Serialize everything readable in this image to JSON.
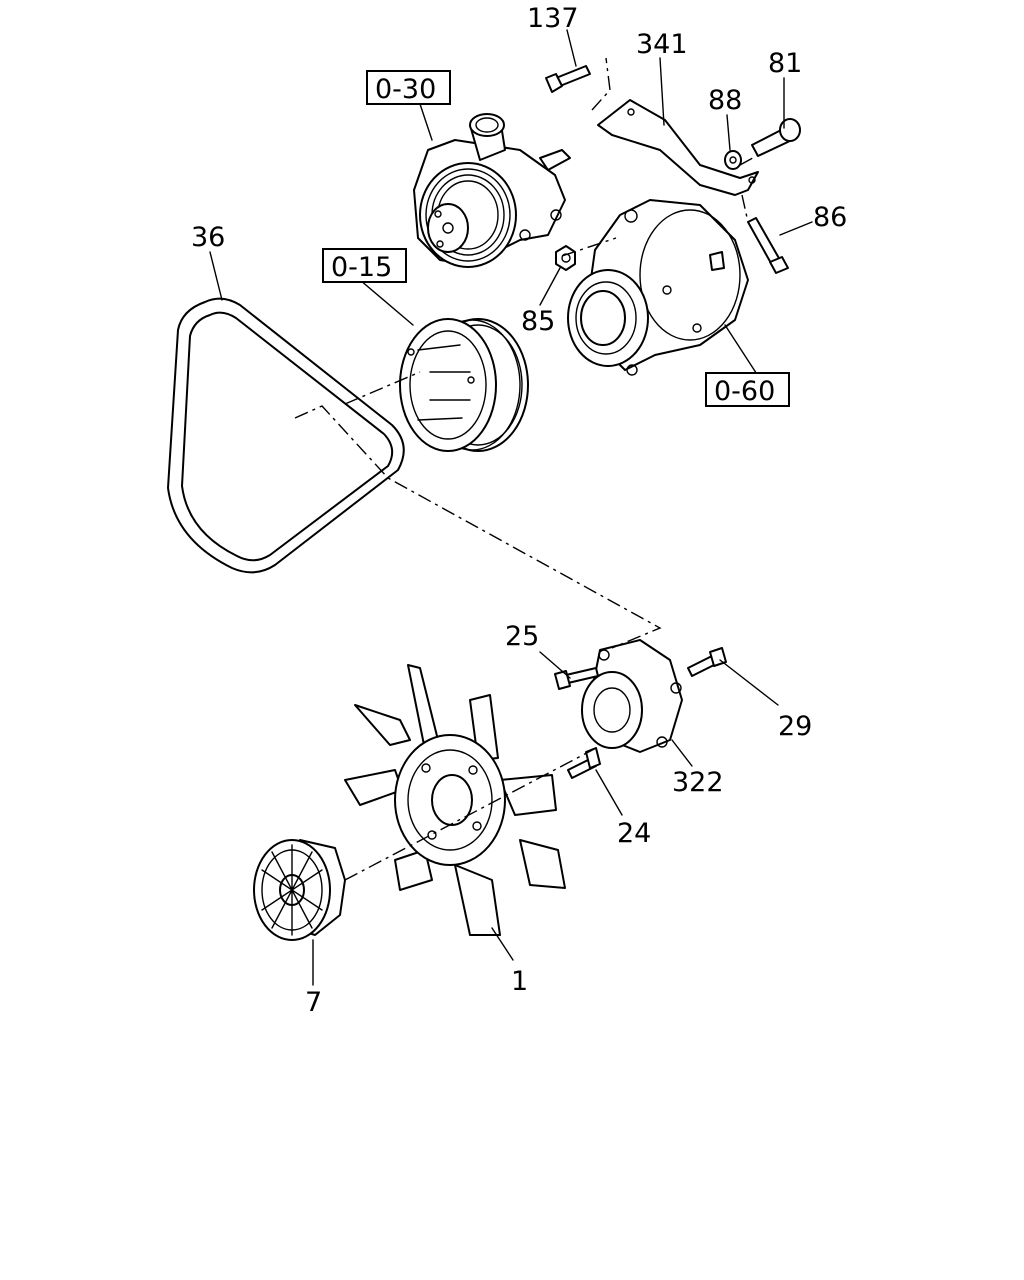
{
  "labels": {
    "p137": "137",
    "p341": "341",
    "p81": "81",
    "p88": "88",
    "p86": "86",
    "p85": "85",
    "p36": "36",
    "p25": "25",
    "p29": "29",
    "p322": "322",
    "p24": "24",
    "p1": "1",
    "p7": "7"
  },
  "refs": {
    "r030": "0-30",
    "r015": "0-15",
    "r060": "0-60"
  }
}
